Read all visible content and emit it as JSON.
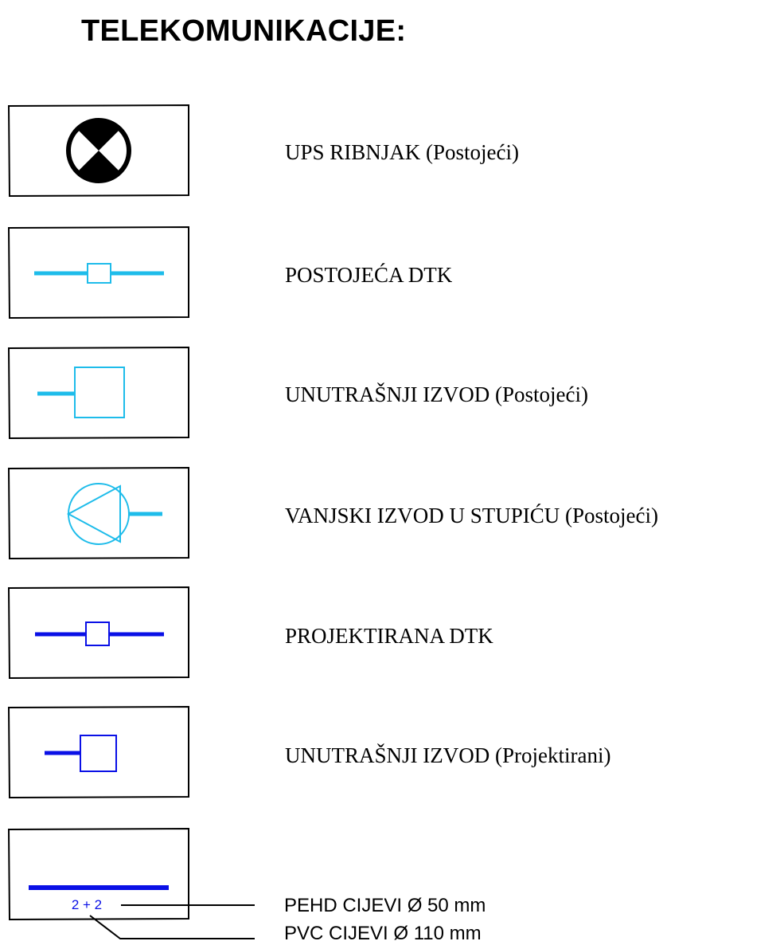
{
  "title": "TELEKOMUNIKACIJE:",
  "colors": {
    "existing": "#1EBCEA",
    "projected": "#0A10E6",
    "frame": "#000000"
  },
  "legend": [
    {
      "id": "ups",
      "icon": "ups-crossed-circle-icon",
      "label": "UPS RIBNJAK (Postojeći)"
    },
    {
      "id": "existing-dtk",
      "icon": "existing-dtk-line-icon",
      "label": "POSTOJEĆA DTK"
    },
    {
      "id": "existing-internal-outlet",
      "icon": "existing-internal-outlet-icon",
      "label": "UNUTRAŠNJI IZVOD (Postojeći)"
    },
    {
      "id": "existing-pole-outlet",
      "icon": "pole-outlet-icon",
      "label": "VANJSKI IZVOD U STUPIĆU (Postojeći)"
    },
    {
      "id": "projected-dtk",
      "icon": "projected-dtk-line-icon",
      "label": "PROJEKTIRANA DTK"
    },
    {
      "id": "projected-internal-outlet",
      "icon": "projected-internal-outlet-icon",
      "label": "UNUTRAŠNJI IZVOD (Projektirani)"
    }
  ],
  "pipe_legend": {
    "icon": "duct-line-icon",
    "pipe_count": "2 + 2",
    "labels": [
      "PEHD CIJEVI Ø 50 mm",
      "PVC CIJEVI Ø 110 mm"
    ]
  }
}
